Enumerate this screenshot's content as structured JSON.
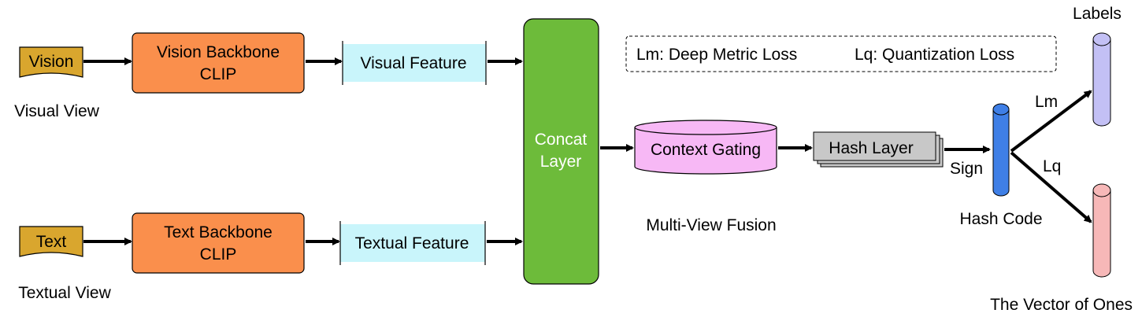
{
  "inputs": {
    "vision_tag": "Vision",
    "text_tag": "Text",
    "visual_view": "Visual View",
    "textual_view": "Textual View"
  },
  "backbones": {
    "vision_line1": "Vision Backbone",
    "vision_line2": "CLIP",
    "text_line1": "Text Backbone",
    "text_line2": "CLIP"
  },
  "features": {
    "visual": "Visual Feature",
    "textual": "Textual Feature"
  },
  "concat": {
    "line1": "Concat",
    "line2": "Layer"
  },
  "fusion": {
    "context_gating": "Context Gating",
    "caption": "Multi-View Fusion"
  },
  "hash": {
    "layer": "Hash Layer",
    "sign": "Sign",
    "code": "Hash Code"
  },
  "legend": {
    "lm": "Lm: Deep Metric Loss",
    "lq": "Lq: Quantization Loss"
  },
  "outputs": {
    "labels": "Labels",
    "ones": "The Vector of Ones",
    "lm_edge": "Lm",
    "lq_edge": "Lq"
  },
  "colors": {
    "input_tag": "#d9a62e",
    "backbone": "#fa8f4c",
    "feature": "#c9f5fb",
    "concat": "#6dbb3a",
    "context_gating": "#f7b8f5",
    "hash_layer": "#c8c8c8",
    "hash_code": "#3f7fe6",
    "labels": "#c3c0f5",
    "ones": "#f7b8b8"
  }
}
